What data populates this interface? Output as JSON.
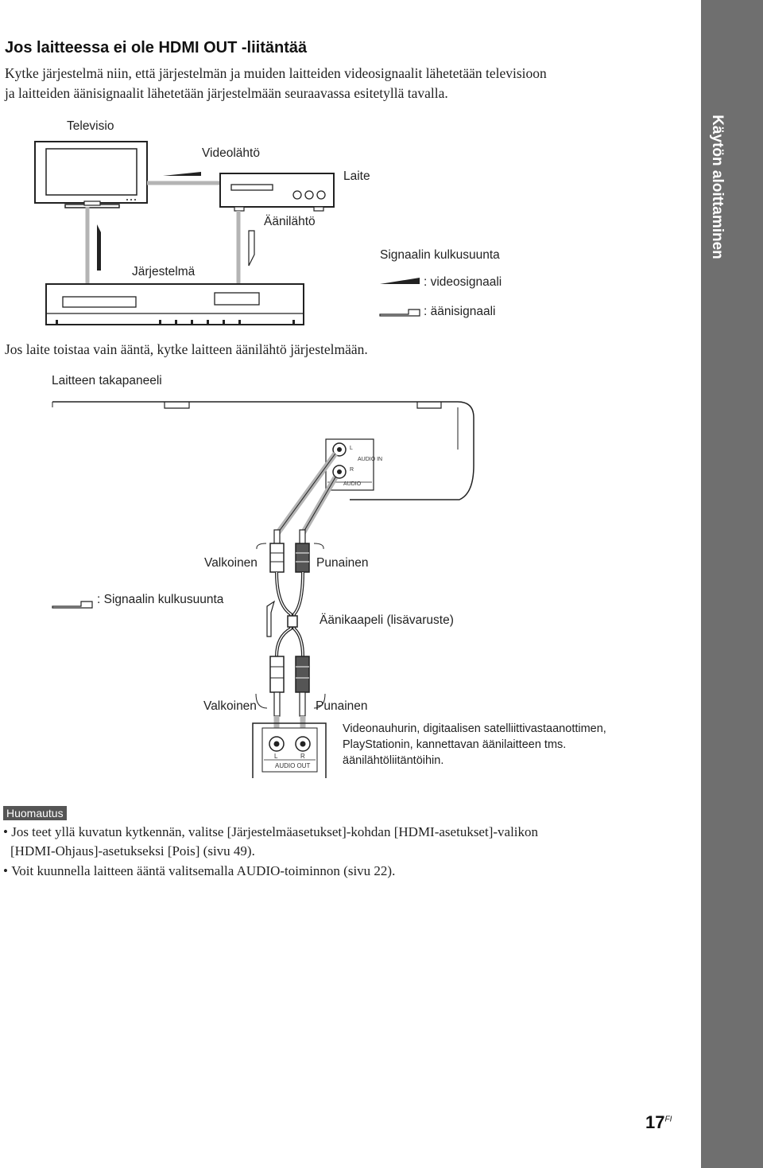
{
  "sidebar": {
    "label": "Käytön aloittaminen"
  },
  "section": {
    "heading": "Jos laitteessa ei ole HDMI OUT -liitäntää",
    "intro_line1": "Kytke järjestelmä niin, että järjestelmän ja muiden laitteiden videosignaalit lähetetään televisioon",
    "intro_line2": "ja laitteiden äänisignaalit lähetetään järjestelmään seuraavassa esitetyllä tavalla."
  },
  "diagram1": {
    "tv": "Televisio",
    "video_out": "Videolähtö",
    "device": "Laite",
    "audio_out": "Äänilähtö",
    "system": "Järjestelmä",
    "signal_direction": "Signaalin kulkusuunta",
    "video_signal": ": videosignaali",
    "audio_signal": ": äänisignaali"
  },
  "audio_only_text": "Jos laite toistaa vain ääntä, kytke laitteen äänilähtö järjestelmään.",
  "diagram2": {
    "rear_panel": "Laitteen takapaneeli",
    "jack_l": "L",
    "jack_r": "R",
    "audio_in": "AUDIO IN",
    "audio": "AUDIO",
    "white_top": "Valkoinen",
    "red_top": "Punainen",
    "signal_direction": ": Signaalin kulkusuunta",
    "cable": "Äänikaapeli (lisävaruste)",
    "white_bottom": "Valkoinen",
    "red_bottom": "Punainen",
    "out_l": "L",
    "out_r": "R",
    "audio_out": "AUDIO OUT",
    "sources_line1": "Videonauhurin, digitaalisen satelliittivastaanottimen,",
    "sources_line2": "PlayStationin, kannettavan äänilaitteen tms.",
    "sources_line3": "äänilähtöliitäntöihin."
  },
  "note": {
    "badge": "Huomautus",
    "bullet1_line1": "Jos teet yllä kuvatun kytkennän, valitse [Järjestelmäasetukset]-kohdan [HDMI-asetukset]-valikon",
    "bullet1_line2": "[HDMI-Ohjaus]-asetukseksi [Pois] (sivu 49).",
    "bullet2": "Voit kuunnella laitteen ääntä valitsemalla AUDIO-toiminnon (sivu 22)."
  },
  "page_number": {
    "number": "17",
    "suffix": "FI"
  }
}
